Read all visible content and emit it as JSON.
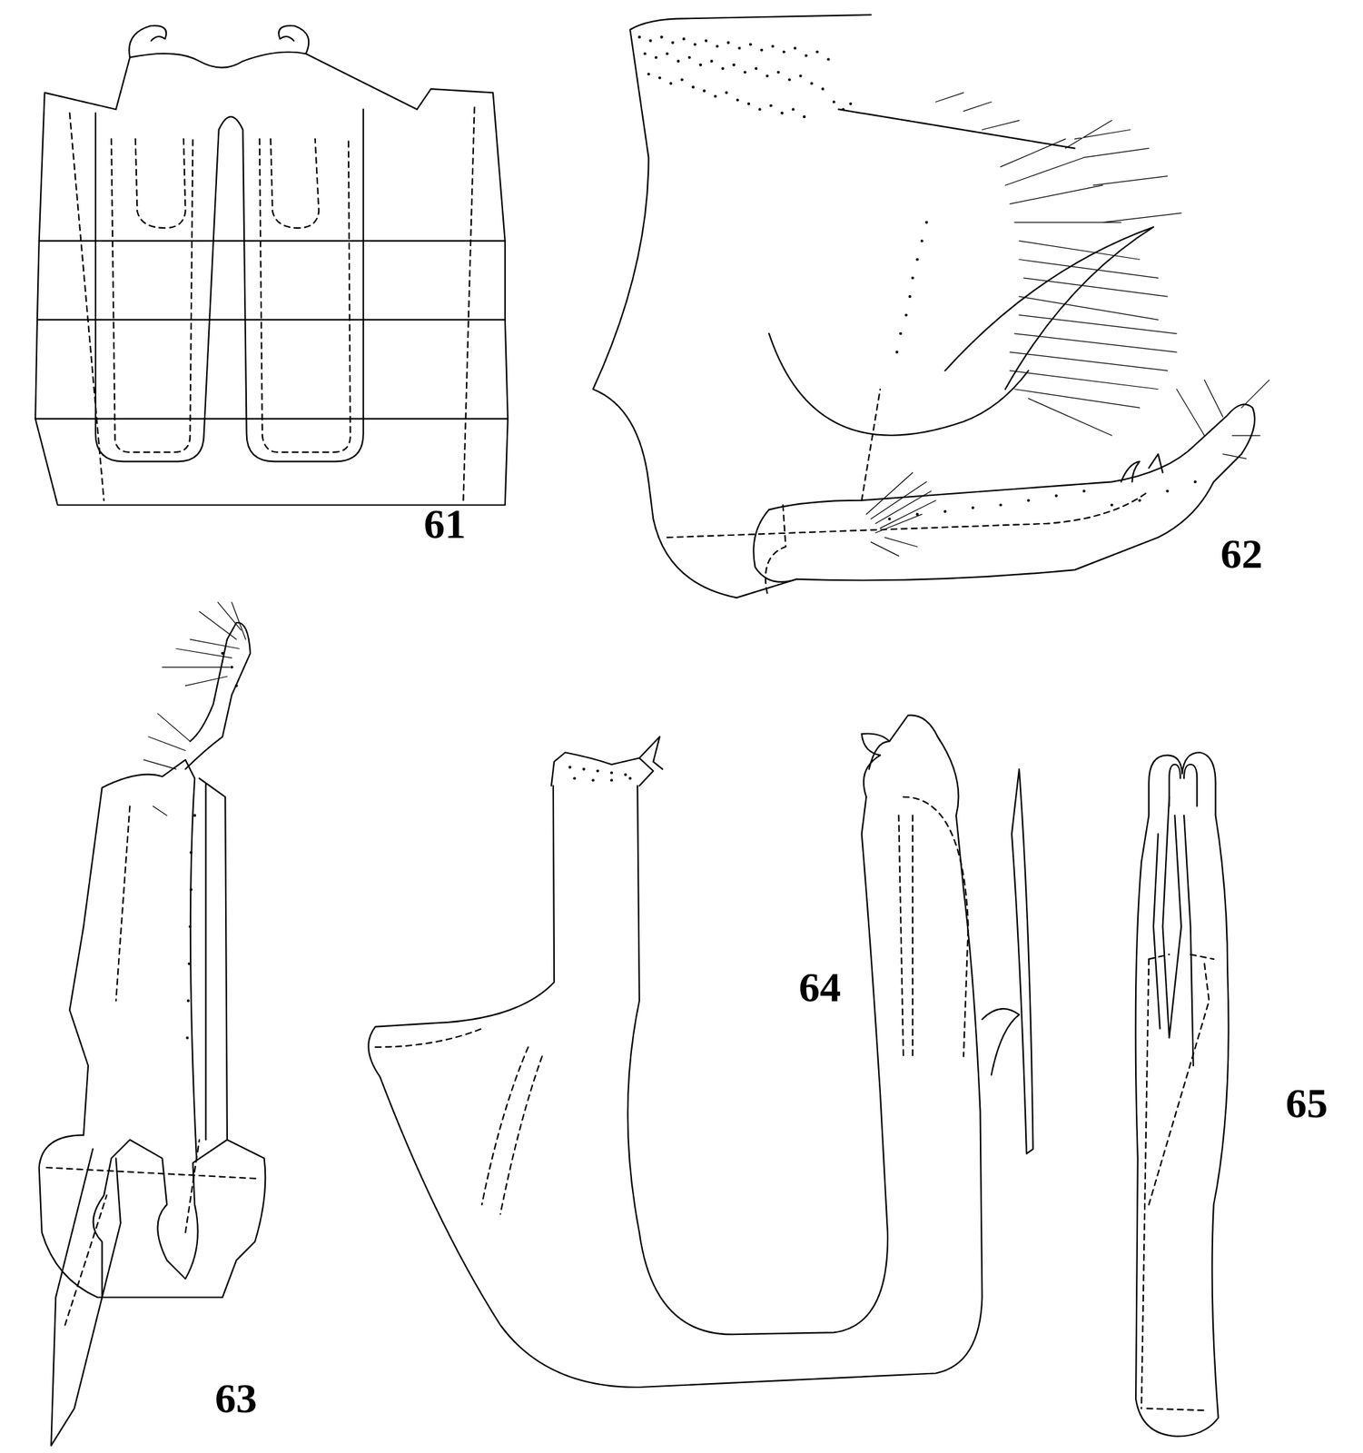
{
  "diagram": {
    "labels": [
      "61",
      "62",
      "63",
      "64",
      "65"
    ]
  }
}
